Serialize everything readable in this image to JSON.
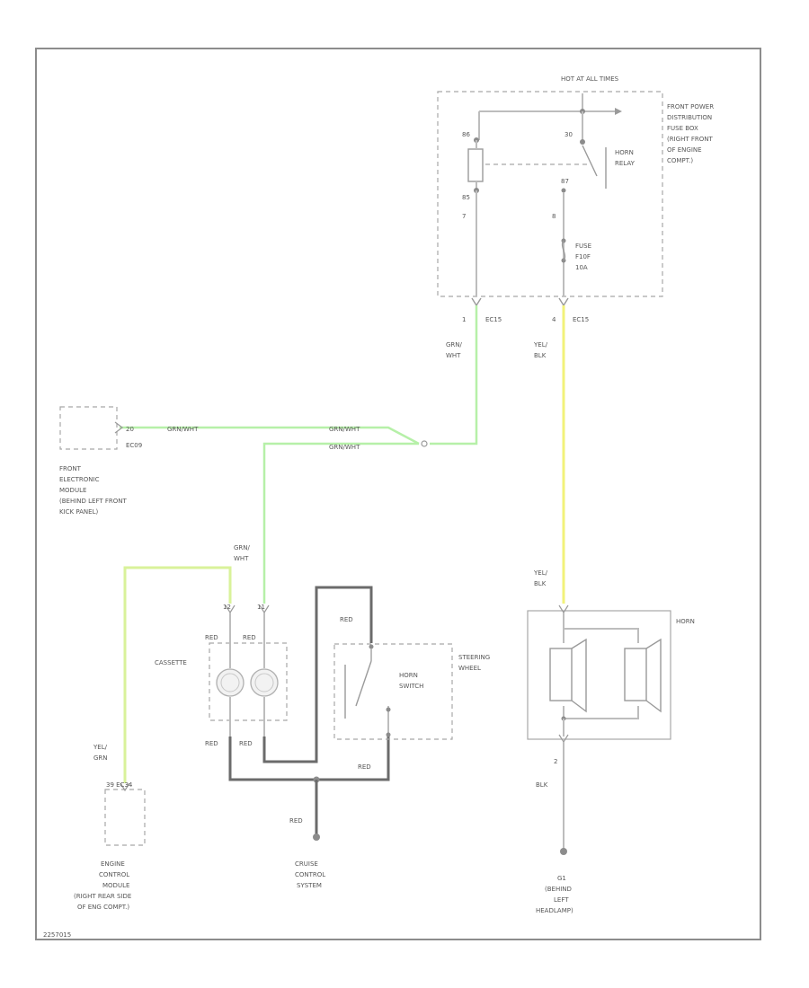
{
  "fuse_box": {
    "hot_label": "HOT AT ALL TIMES",
    "name_lines": [
      "FRONT POWER",
      "DISTRIBUTION",
      "FUSE BOX",
      "(RIGHT FRONT",
      "OF ENGINE",
      "COMPT.)"
    ],
    "relay_lines": [
      "HORN",
      "RELAY"
    ],
    "fuse_lines": [
      "FUSE",
      "F10F",
      "10A"
    ],
    "pin_86": "86",
    "pin_30": "30",
    "pin_85": "85",
    "pin_87": "87",
    "pin_7": "7",
    "pin_8": "8",
    "conn_left_pin": "1",
    "conn_left_id": "EC15",
    "conn_right_pin": "4",
    "conn_right_id": "EC15"
  },
  "wires": {
    "grn_wht_vertical": [
      "GRN/",
      "WHT"
    ],
    "yel_blk_upper": [
      "YEL/",
      "BLK"
    ],
    "grn_wht_h1": "GRN/WHT",
    "grn_wht_h2": "GRN/WHT",
    "grn_wht_h3": "GRN/WHT",
    "grn_wht_lower": [
      "GRN/",
      "WHT"
    ],
    "yel_blk_lower": [
      "YEL/",
      "BLK"
    ],
    "yel_grn": [
      "YEL/",
      "GRN"
    ],
    "red_1": "RED",
    "red_2": "RED",
    "red_3": "RED",
    "red_4": "RED",
    "red_5": "RED",
    "red_6": "RED",
    "red_7": "RED",
    "blk": "BLK"
  },
  "fem": {
    "pin": "20",
    "conn": "EC09",
    "name_lines": [
      "FRONT",
      "ELECTRONIC",
      "MODULE",
      "(BEHIND LEFT FRONT",
      "KICK PANEL)"
    ]
  },
  "clockspring": {
    "label": "CASSETTE",
    "pin_a": "12",
    "pin_b": "11"
  },
  "steering": {
    "name_lines": [
      "STEERING",
      "WHEEL"
    ],
    "switch_lines": [
      "HORN",
      "SWITCH"
    ]
  },
  "horn": {
    "label": "HORN",
    "pin_bottom": "2"
  },
  "ecm": {
    "conn": "39  EC34",
    "name_lines": [
      "ENGINE",
      "CONTROL",
      "MODULE",
      "(RIGHT REAR SIDE",
      "OF ENG COMPT.)"
    ]
  },
  "cruise": {
    "name_lines": [
      "CRUISE",
      "CONTROL",
      "SYSTEM"
    ]
  },
  "ground": {
    "id": "G1",
    "name_lines": [
      "(BEHIND",
      "LEFT",
      "HEADLAMP)"
    ]
  },
  "footer": {
    "code": "2257015"
  }
}
